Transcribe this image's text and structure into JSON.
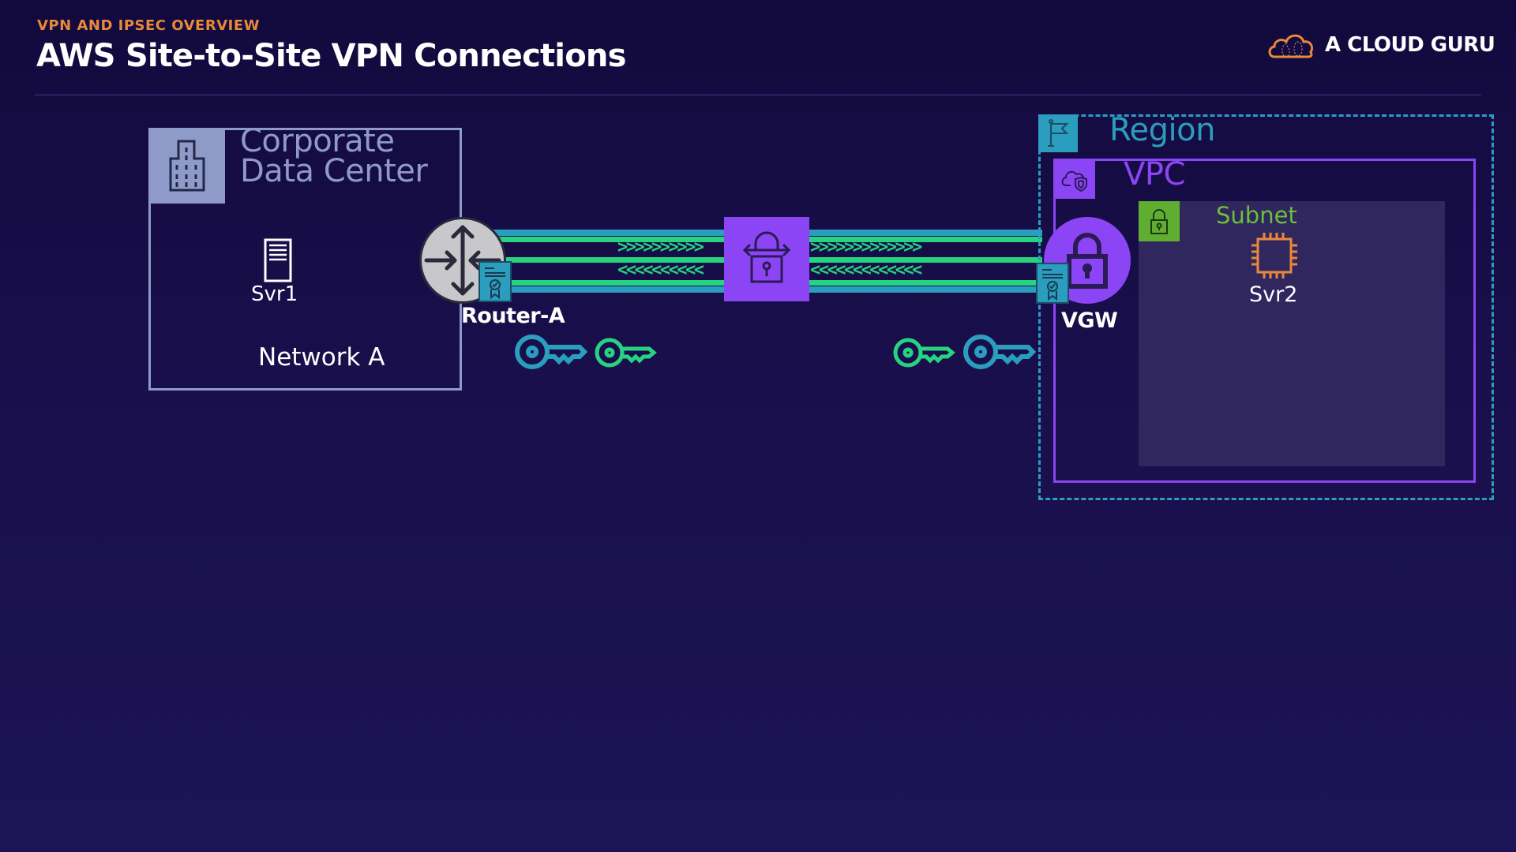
{
  "header": {
    "subtitle": "VPN AND IPSEC OVERVIEW",
    "title": "AWS Site-to-Site VPN Connections",
    "brand": "A CLOUD GURU"
  },
  "colors": {
    "background": "#190f4c",
    "subtitle": "#e8883a",
    "corporate": "#8e9ac8",
    "tunnel_green": "#26d380",
    "tunnel_teal": "#2b9dbf",
    "vpn_purple": "#8c45f5",
    "subnet_green": "#5fae32",
    "ec2_orange": "#e8883a"
  },
  "corporate": {
    "label_line1": "Corporate",
    "label_line2": "Data Center",
    "server_label": "Svr1",
    "network_label": "Network A",
    "icon": "building-icon"
  },
  "router": {
    "label": "Router-A",
    "icon": "router-icon",
    "cert_icon": "certificate-icon"
  },
  "tunnel": {
    "icon": "vpn-lock-icon",
    "outbound_left": ">>>>>>>>>>",
    "outbound_right": ">>>>>>>>>>>>>",
    "inbound_left": "<<<<<<<<<<",
    "inbound_right": "<<<<<<<<<<<<<"
  },
  "keys": {
    "left": [
      "key-icon-blue",
      "key-icon-green"
    ],
    "right": [
      "key-icon-green",
      "key-icon-blue"
    ]
  },
  "aws": {
    "region_label": "Region",
    "vpc_label": "VPC",
    "subnet_label": "Subnet",
    "server_label": "Svr2",
    "vgw_label": "VGW"
  }
}
